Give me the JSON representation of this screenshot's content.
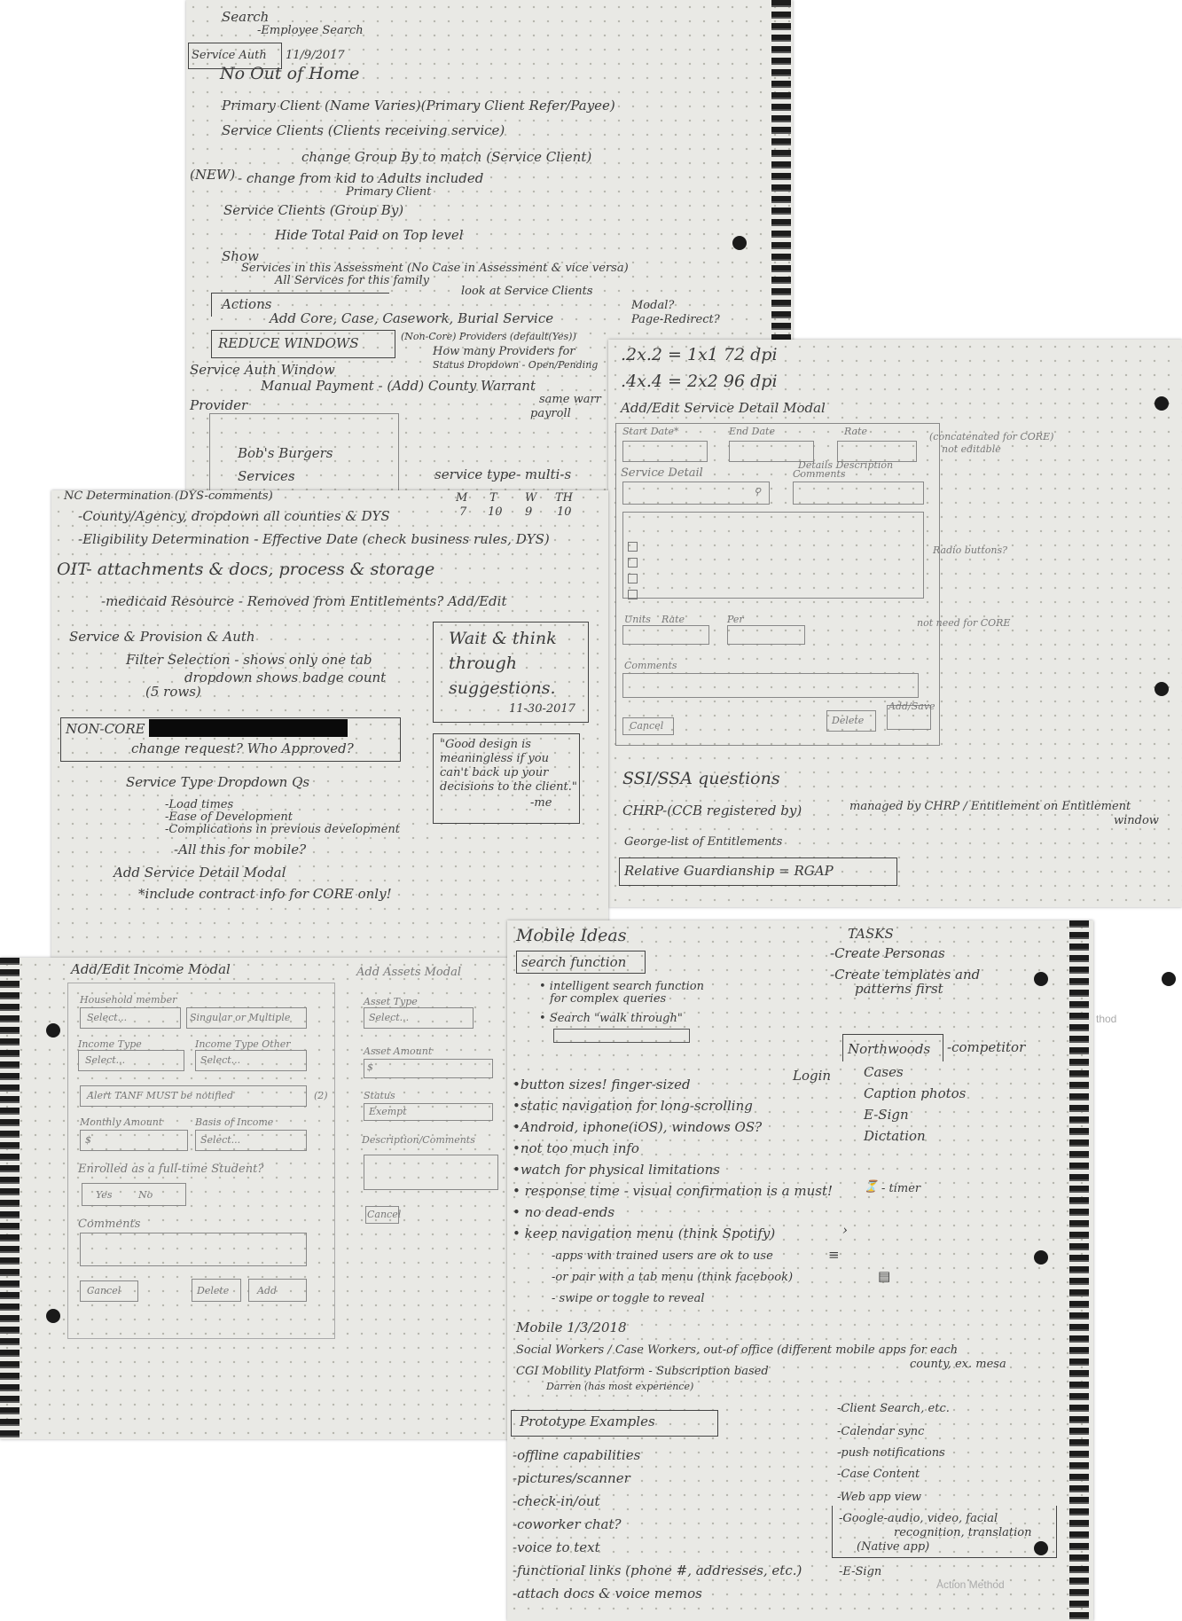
{
  "sheet1": {
    "lines": [
      "Search",
      "-Employee Search",
      "Service Auth",
      "11/9/2017",
      "No  Out of Home",
      "Primary Client (Name Varies)(Primary Client Refer/Payee)",
      "Service Clients (Clients receiving service)",
      "change Group By to match (Service Client)",
      "(NEW)",
      "- change from kid to Adults included",
      "Primary Client",
      "Service Clients (Group By)",
      "Hide Total Paid on Top level",
      "Show",
      "Services in this Assessment (No Case in Assessment & vice versa)",
      "All Services for this family",
      "look at Service Clients",
      "Actions",
      "Add Core, Case, Casework, Burial Service",
      "Modal?",
      "Page-Redirect?",
      "REDUCE WINDOWS",
      "(Non-Core) Providers (default(Yes))",
      "How many Providers for",
      "Status Dropdown - Open/Pending",
      "Service Auth Window",
      "Manual Payment - (Add) County Warrant",
      "same warr",
      "payroll",
      "Provider",
      "Bob's Burgers",
      "Services",
      "service type- multi-s"
    ]
  },
  "sheet2": {
    "lines": [
      ".2x.2 = 1x1  72 dpi",
      ".4x.4 = 2x2  96 dpi",
      "Add/Edit Service Detail Modal",
      "Start Date*",
      "End Date",
      "Rate",
      "(concatenated for CORE)",
      "not editable",
      "Service Detail",
      "Details Description",
      "Comments",
      "Radio buttons?",
      "Units",
      "Rate",
      "Per",
      "not need for CORE",
      "Comments",
      "Cancel",
      "Delete",
      "Add/Save",
      "SSI/SSA questions",
      "CHRP-(CCB registered by)",
      "managed by CHRP / Entitlement on Entitlement",
      "window",
      "George-list of Entitlements",
      "Relative Guardianship = RGAP"
    ]
  },
  "sheet3": {
    "lines": [
      "NC Determination (DYS-comments)",
      "M",
      "T",
      "W",
      "TH",
      "7",
      "10",
      "9",
      "10",
      "-County/Agency, dropdown all counties & DYS",
      "-Eligibility Determination - Effective Date (check business rules, DYS)",
      "OIT- attachments & docs, process & storage",
      "-medicaid Resource - Removed from Entitlements? Add/Edit",
      "Service & Provision & Auth",
      "Filter Selection - shows only one tab",
      "dropdown shows badge count",
      "(5 rows)",
      "NON-CORE",
      "change request? Who Approved?",
      "Service Type Dropdown Qs",
      "-Load times",
      "-Ease of Development",
      "-Complications in previous development",
      "-All this for mobile?",
      "Add Service Detail Modal",
      "*include contract info for CORE only!",
      "Wait & think",
      "through",
      "suggestions.",
      "11-30-2017",
      "\"Good design is",
      "meaningless if you",
      "can't back up your",
      "decisions to the client.\"",
      "-me"
    ]
  },
  "sheet4": {
    "lines": [
      "Add/Edit Income Modal",
      "Household member",
      "Select...",
      "Singular or Multiple",
      "Income Type",
      "Income Type Other",
      "Select...",
      "Select...",
      "Alert TANF MUST be notified",
      "(2)",
      "Monthly Amount",
      "Basis of Income",
      "$",
      "Select...",
      "Enrolled as a full-time Student?",
      "Yes",
      "No",
      "Comments",
      "Cancel",
      "Delete",
      "Add",
      "Add Assets Modal",
      "Asset Type",
      "Select...",
      "Asset Amount",
      "$",
      "Status",
      "Exempt",
      "Description/Comments",
      "Cancel"
    ]
  },
  "sheet5": {
    "lines": [
      "Mobile Ideas",
      "search function",
      "• intelligent search function",
      "for complex queries",
      "• Search \"walk through\"",
      "TASKS",
      "-Create Personas",
      "-Create templates and",
      "patterns first",
      "Northwoods",
      "-competitor",
      "Login",
      "Cases",
      "Caption photos",
      "E-Sign",
      "Dictation",
      "•button sizes! finger-sized",
      "•static navigation for long-scrolling",
      "•Android, iphone(iOS), windows OS?",
      "•not too much info",
      "•watch for physical limitations",
      "• response time - visual confirmation is a must!",
      "- timer",
      "• no dead-ends",
      "• keep navigation menu (think Spotify)",
      "-apps with trained users are ok to use",
      "-or pair with a tab menu (think facebook)",
      "- swipe or toggle to reveal",
      "Mobile  1/3/2018",
      "Social Workers / Case Workers, out-of office (different mobile apps for each",
      "county, ex. mesa",
      "CGI Mobility Platform - Subscription based",
      "Darren (has most experience)",
      "Prototype Examples",
      "-offline capabilities",
      "-pictures/scanner",
      "-check-in/out",
      "-coworker chat?",
      "-voice to text",
      "-functional links (phone #, addresses, etc.)",
      "-attach docs & voice memos",
      "-Client Search, etc.",
      "-Calendar sync",
      "-push notifications",
      "-Case Content",
      "-Web app view",
      "-Google-audio, video, facial",
      "recognition, translation",
      "(Native app)",
      "-E-Sign",
      "Action Method",
      "thod"
    ]
  }
}
